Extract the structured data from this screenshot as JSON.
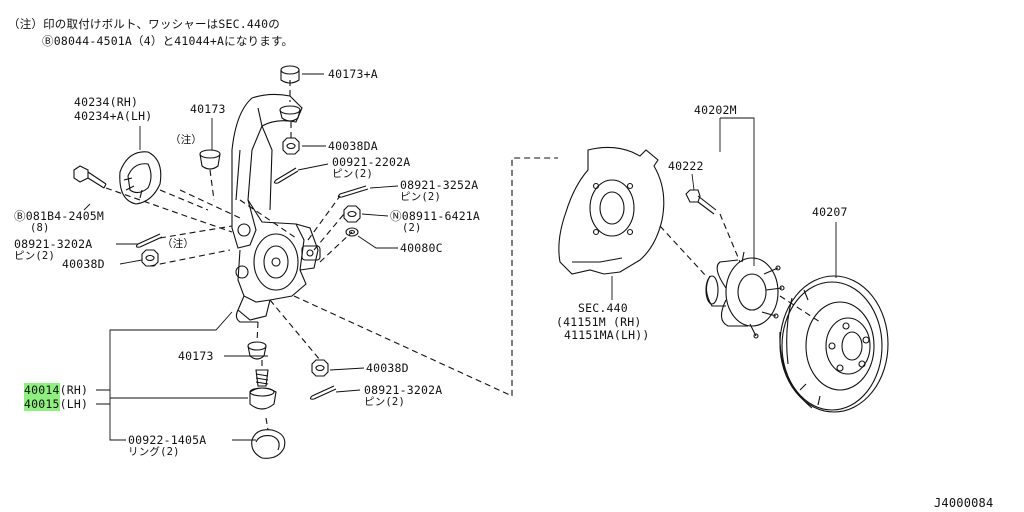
{
  "note": {
    "line1": "（注）印の取付けボルト、ワッシャーはSEC.440の",
    "line2": "Ⓑ08044-4501A（4）と41044+Aになります。"
  },
  "parts": {
    "p40173_top": "40173+A",
    "p40234_rh": "40234(RH)",
    "p40234_lh": "40234+A(LH)",
    "p40173_a": "40173",
    "chu_a": "（注）",
    "p40038DA": "40038DA",
    "p00921": "00921-2202A",
    "p00921_qty": "ピン(2)",
    "p08921_3252": "08921-3252A",
    "p08921_3252_qty": "ピン(2)",
    "pN08911": "Ⓝ08911-6421A",
    "pN08911_qty": "(2)",
    "p40080C": "40080C",
    "pB081B4": "Ⓑ081B4-2405M",
    "pB081B4_qty": "(8)",
    "p08921_3202_left": "08921-3202A",
    "p08921_3202_left_qty": "ピン(2)",
    "chu_b": "（注）",
    "p40038D_left": "40038D",
    "p40173_b": "40173",
    "p40038D_right": "40038D",
    "p08921_3202_right": "08921-3202A",
    "p08921_3202_right_qty": "ピン(2)",
    "p40014_code": "40014",
    "p40014_side": "(RH)",
    "p40015_code": "40015",
    "p40015_side": "(LH)",
    "p00922": "00922-1405A",
    "p00922_qty": "リング(2)",
    "sec440": "SEC.440",
    "p41151M": "(41151M (RH)",
    "p41151MA": "41151MA(LH))",
    "p40202M": "40202M",
    "p40222": "40222",
    "p40207": "40207"
  },
  "diagram_id": "J4000084",
  "colors": {
    "highlight": "#8fef7f",
    "ink": "#111111"
  }
}
